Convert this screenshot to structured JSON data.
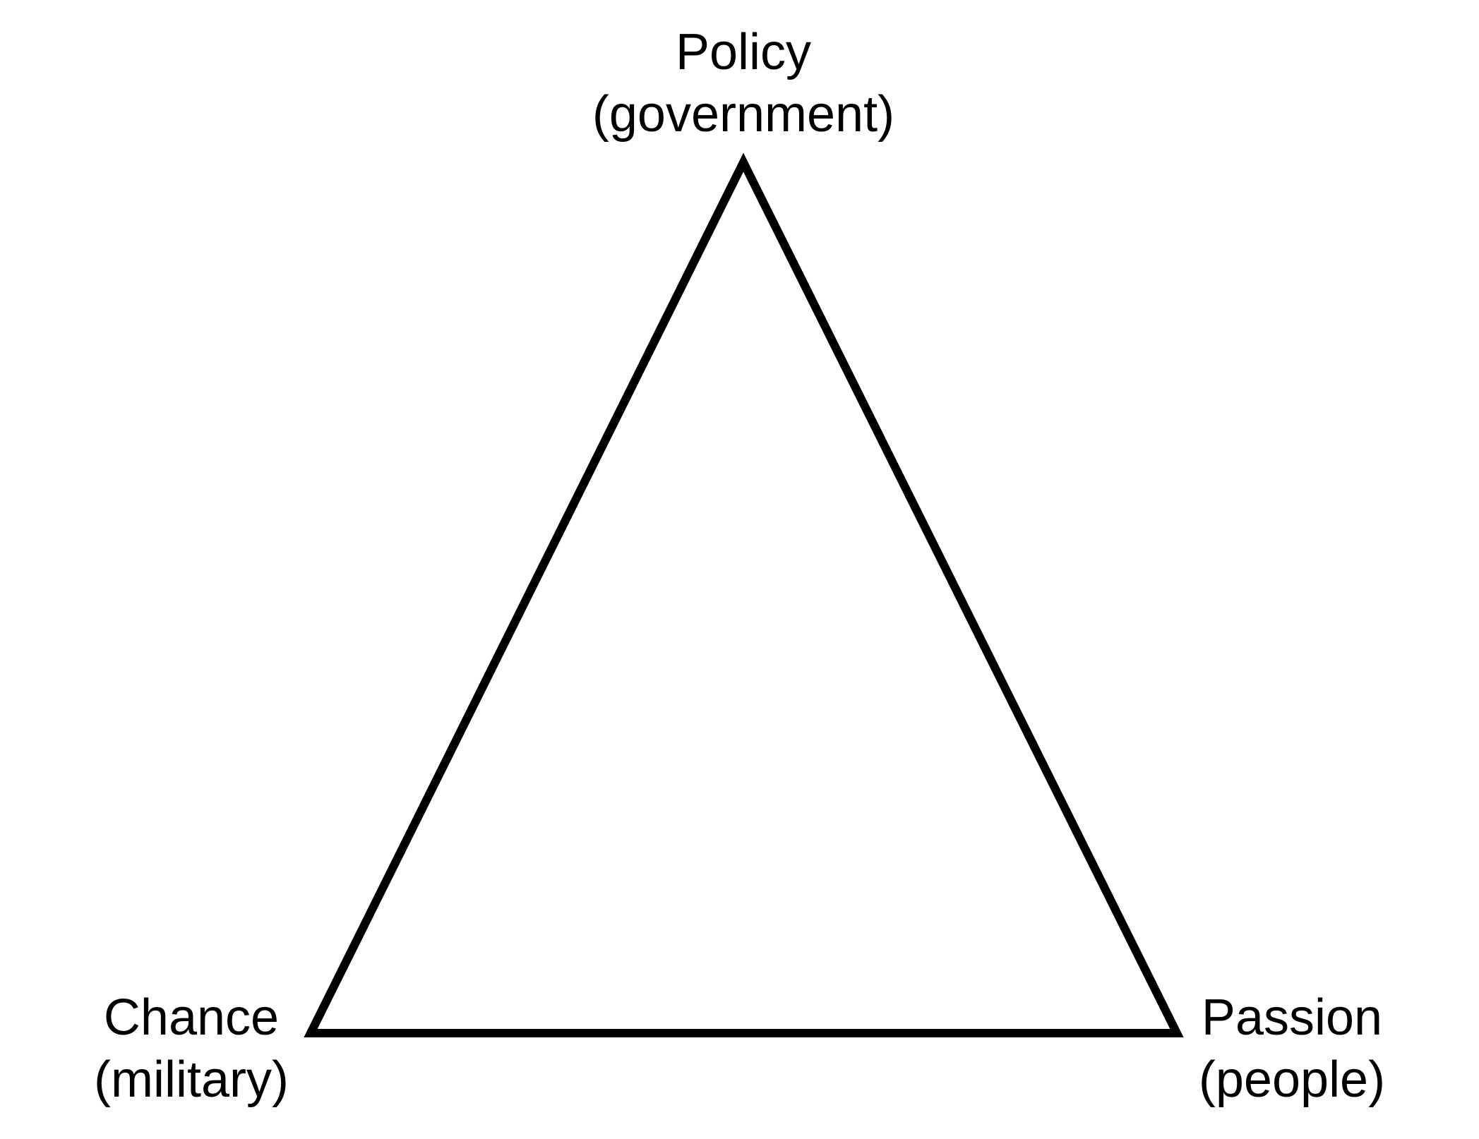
{
  "diagram": {
    "stroke_color": "#000000",
    "background_color": "#ffffff",
    "vertices": {
      "top": {
        "title": "Policy",
        "subtitle": "(government)"
      },
      "left": {
        "title": "Chance",
        "subtitle": "(military)"
      },
      "right": {
        "title": "Passion",
        "subtitle": "(people)"
      }
    }
  }
}
